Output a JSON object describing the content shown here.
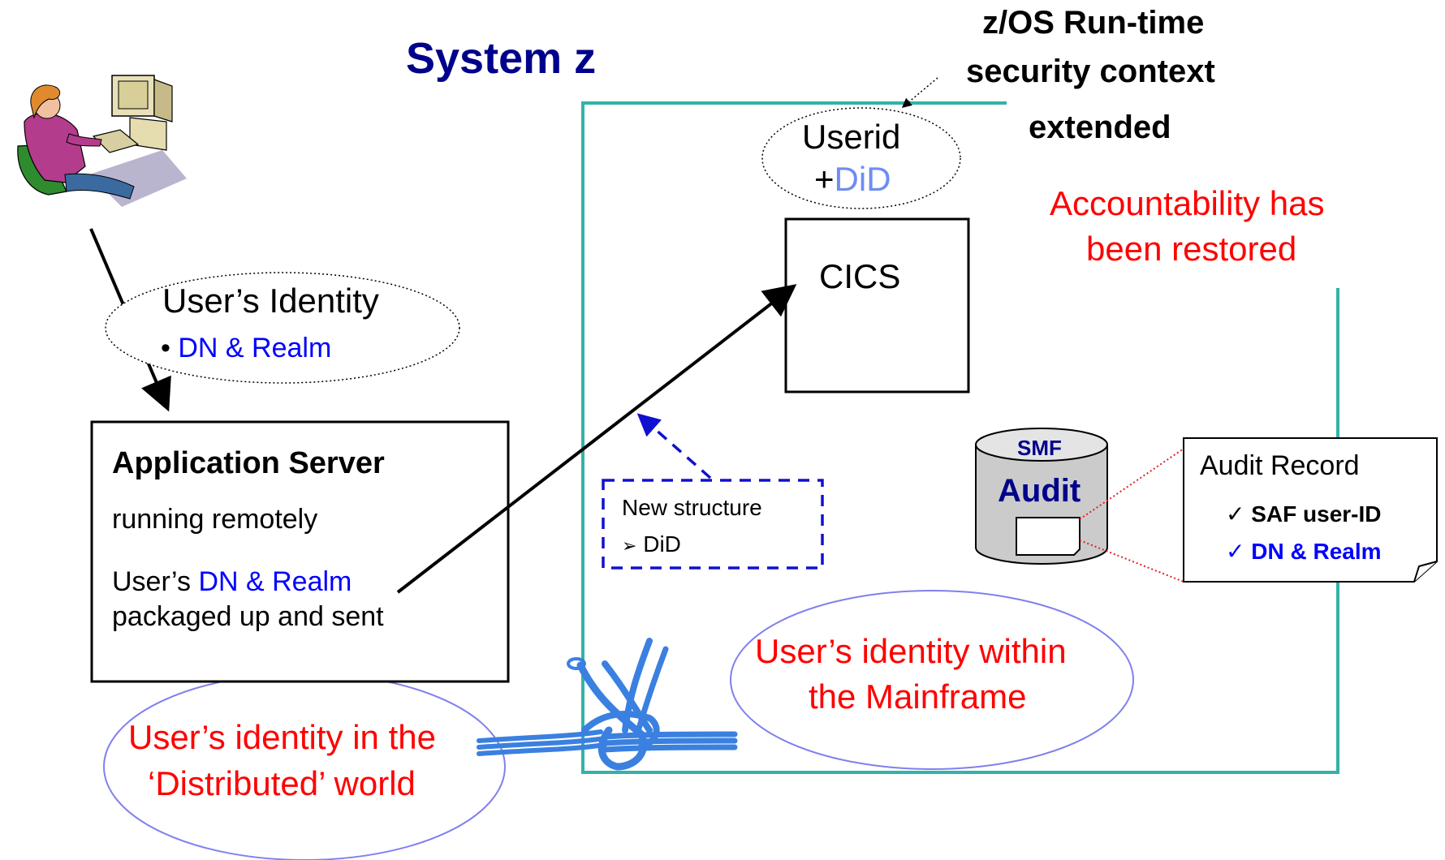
{
  "title": "System z",
  "zos_label": {
    "line1": "z/OS Run-time",
    "line2": "security context",
    "line3": "extended"
  },
  "userid_bubble": {
    "line1": "Userid",
    "prefix": "+",
    "did": "DiD"
  },
  "cics_label": "CICS",
  "accountability": {
    "line1": "Accountability has",
    "line2": "been restored"
  },
  "identity_bubble": {
    "title": "User’s Identity",
    "bullet": "•",
    "item": "DN & Realm"
  },
  "app_server": {
    "title": "Application Server",
    "subtitle": "running remotely",
    "line1_prefix": "User’s ",
    "line1_highlight": "DN & Realm",
    "line2": "packaged up and sent"
  },
  "new_structure": {
    "title": "New structure",
    "bullet": "➢",
    "item": "DiD"
  },
  "smf": {
    "top": "SMF",
    "label": "Audit"
  },
  "audit_record": {
    "title": "Audit Record",
    "check": "✓",
    "item1": "SAF user-ID",
    "item2": "DN & Realm"
  },
  "distributed_oval": {
    "line1": "User’s identity in the",
    "line2": "‘Distributed’ world"
  },
  "mainframe_oval": {
    "line1": "User’s identity within",
    "line2": "the Mainframe"
  },
  "colors": {
    "title": "#00008b",
    "blue_text": "#0000ff",
    "light_blue_text": "#6f8cf2",
    "red_text": "#ff0000",
    "frame_teal": "#33b2a8",
    "oval_stroke": "#8080ee",
    "dotted_red": "#e02020"
  },
  "icons": {
    "user": "user-at-computer-icon",
    "knot": "rope-knot-icon",
    "database": "database-cylinder-icon",
    "document": "document-icon"
  }
}
